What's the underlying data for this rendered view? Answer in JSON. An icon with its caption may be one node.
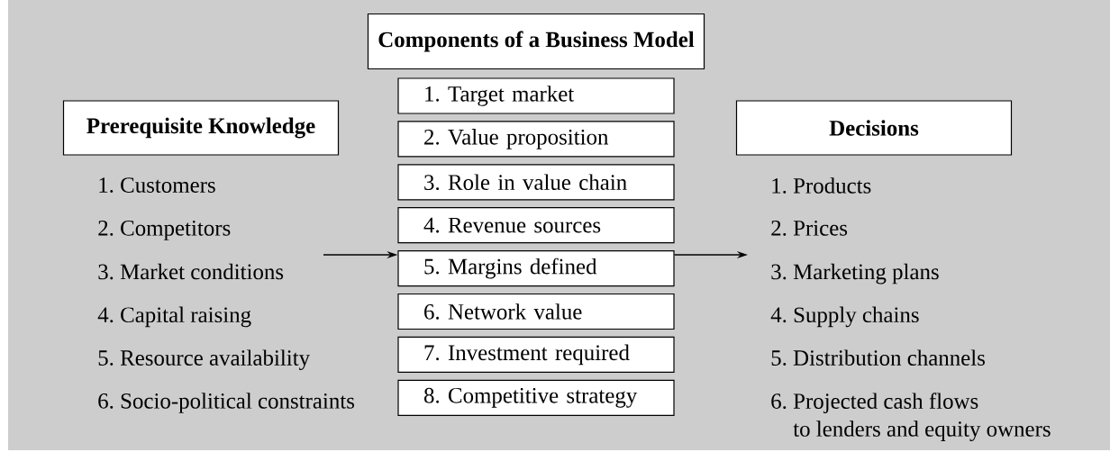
{
  "diagram": {
    "nodes": [
      {
        "text": [
          "Prerequisite Knowledge"
        ]
      },
      {
        "text": [
          "Components of a Business Model"
        ]
      },
      {
        "text": [
          "Decisions"
        ]
      },
      {
        "text": [
          "1. Target market"
        ]
      },
      {
        "text": [
          "2. Value proposition"
        ]
      },
      {
        "text": [
          "3. Role in value chain"
        ]
      },
      {
        "text": [
          "4. Revenue sources"
        ]
      },
      {
        "text": [
          "5. Margins defined"
        ]
      },
      {
        "text": [
          "6. Network value"
        ]
      },
      {
        "text": [
          "7. Investment required"
        ]
      },
      {
        "text": [
          "8. Competitive strategy"
        ]
      }
    ],
    "edges": [
      {
        "from": null,
        "to": 7,
        "arrow": "to"
      },
      {
        "from": 7,
        "to": null,
        "arrow": "to"
      }
    ],
    "labels": [
      "1. Customers",
      "2. Competitors",
      "3. Market conditions",
      "4. Capital raising",
      "5. Resource availability",
      "6. Socio-political constraints",
      "1. Products",
      "2. Prices",
      "3. Marketing plans",
      "4. Supply chains",
      "5. Distribution channels",
      "6. Projected cash flows to lenders and equity owners"
    ]
  }
}
